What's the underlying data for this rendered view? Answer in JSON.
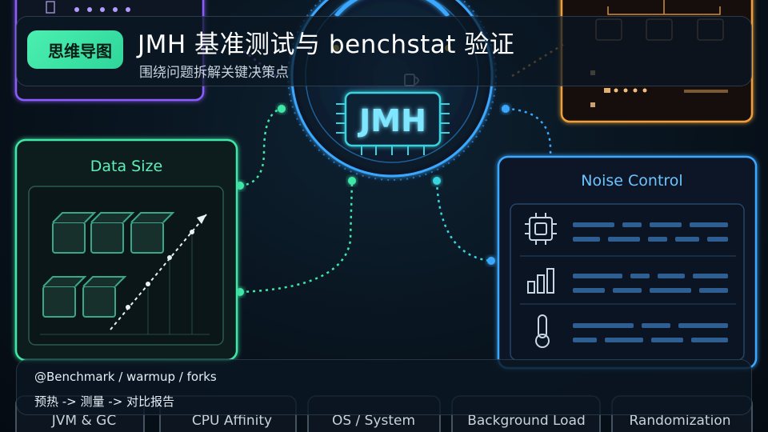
{
  "header": {
    "badge": "思维导图",
    "title": "JMH 基准测试与 benchstat 验证",
    "subtitle": "围绕问题拆解关键决策点"
  },
  "diagram": {
    "center_label": "JMH",
    "data_size_title": "Data Size",
    "noise_control_title": "Noise Control",
    "bottom_tabs": [
      "JVM & GC",
      "CPU Affinity",
      "OS / System",
      "Background Load",
      "Randomization"
    ]
  },
  "footer": {
    "line1": "@Benchmark / warmup / forks",
    "line2": "预热 -> 测量 -> 对比报告"
  },
  "colors": {
    "accent_green": "#3fe8a8",
    "accent_blue": "#3aa8ff",
    "accent_cyan": "#38d6e0",
    "accent_orange": "#f0a03a",
    "accent_purple": "#a070ff",
    "background": "#071019"
  },
  "icons": [
    "chip-icon",
    "bar-chart-icon",
    "thermometer-icon",
    "cube-icon",
    "arrow-up-right-icon"
  ]
}
